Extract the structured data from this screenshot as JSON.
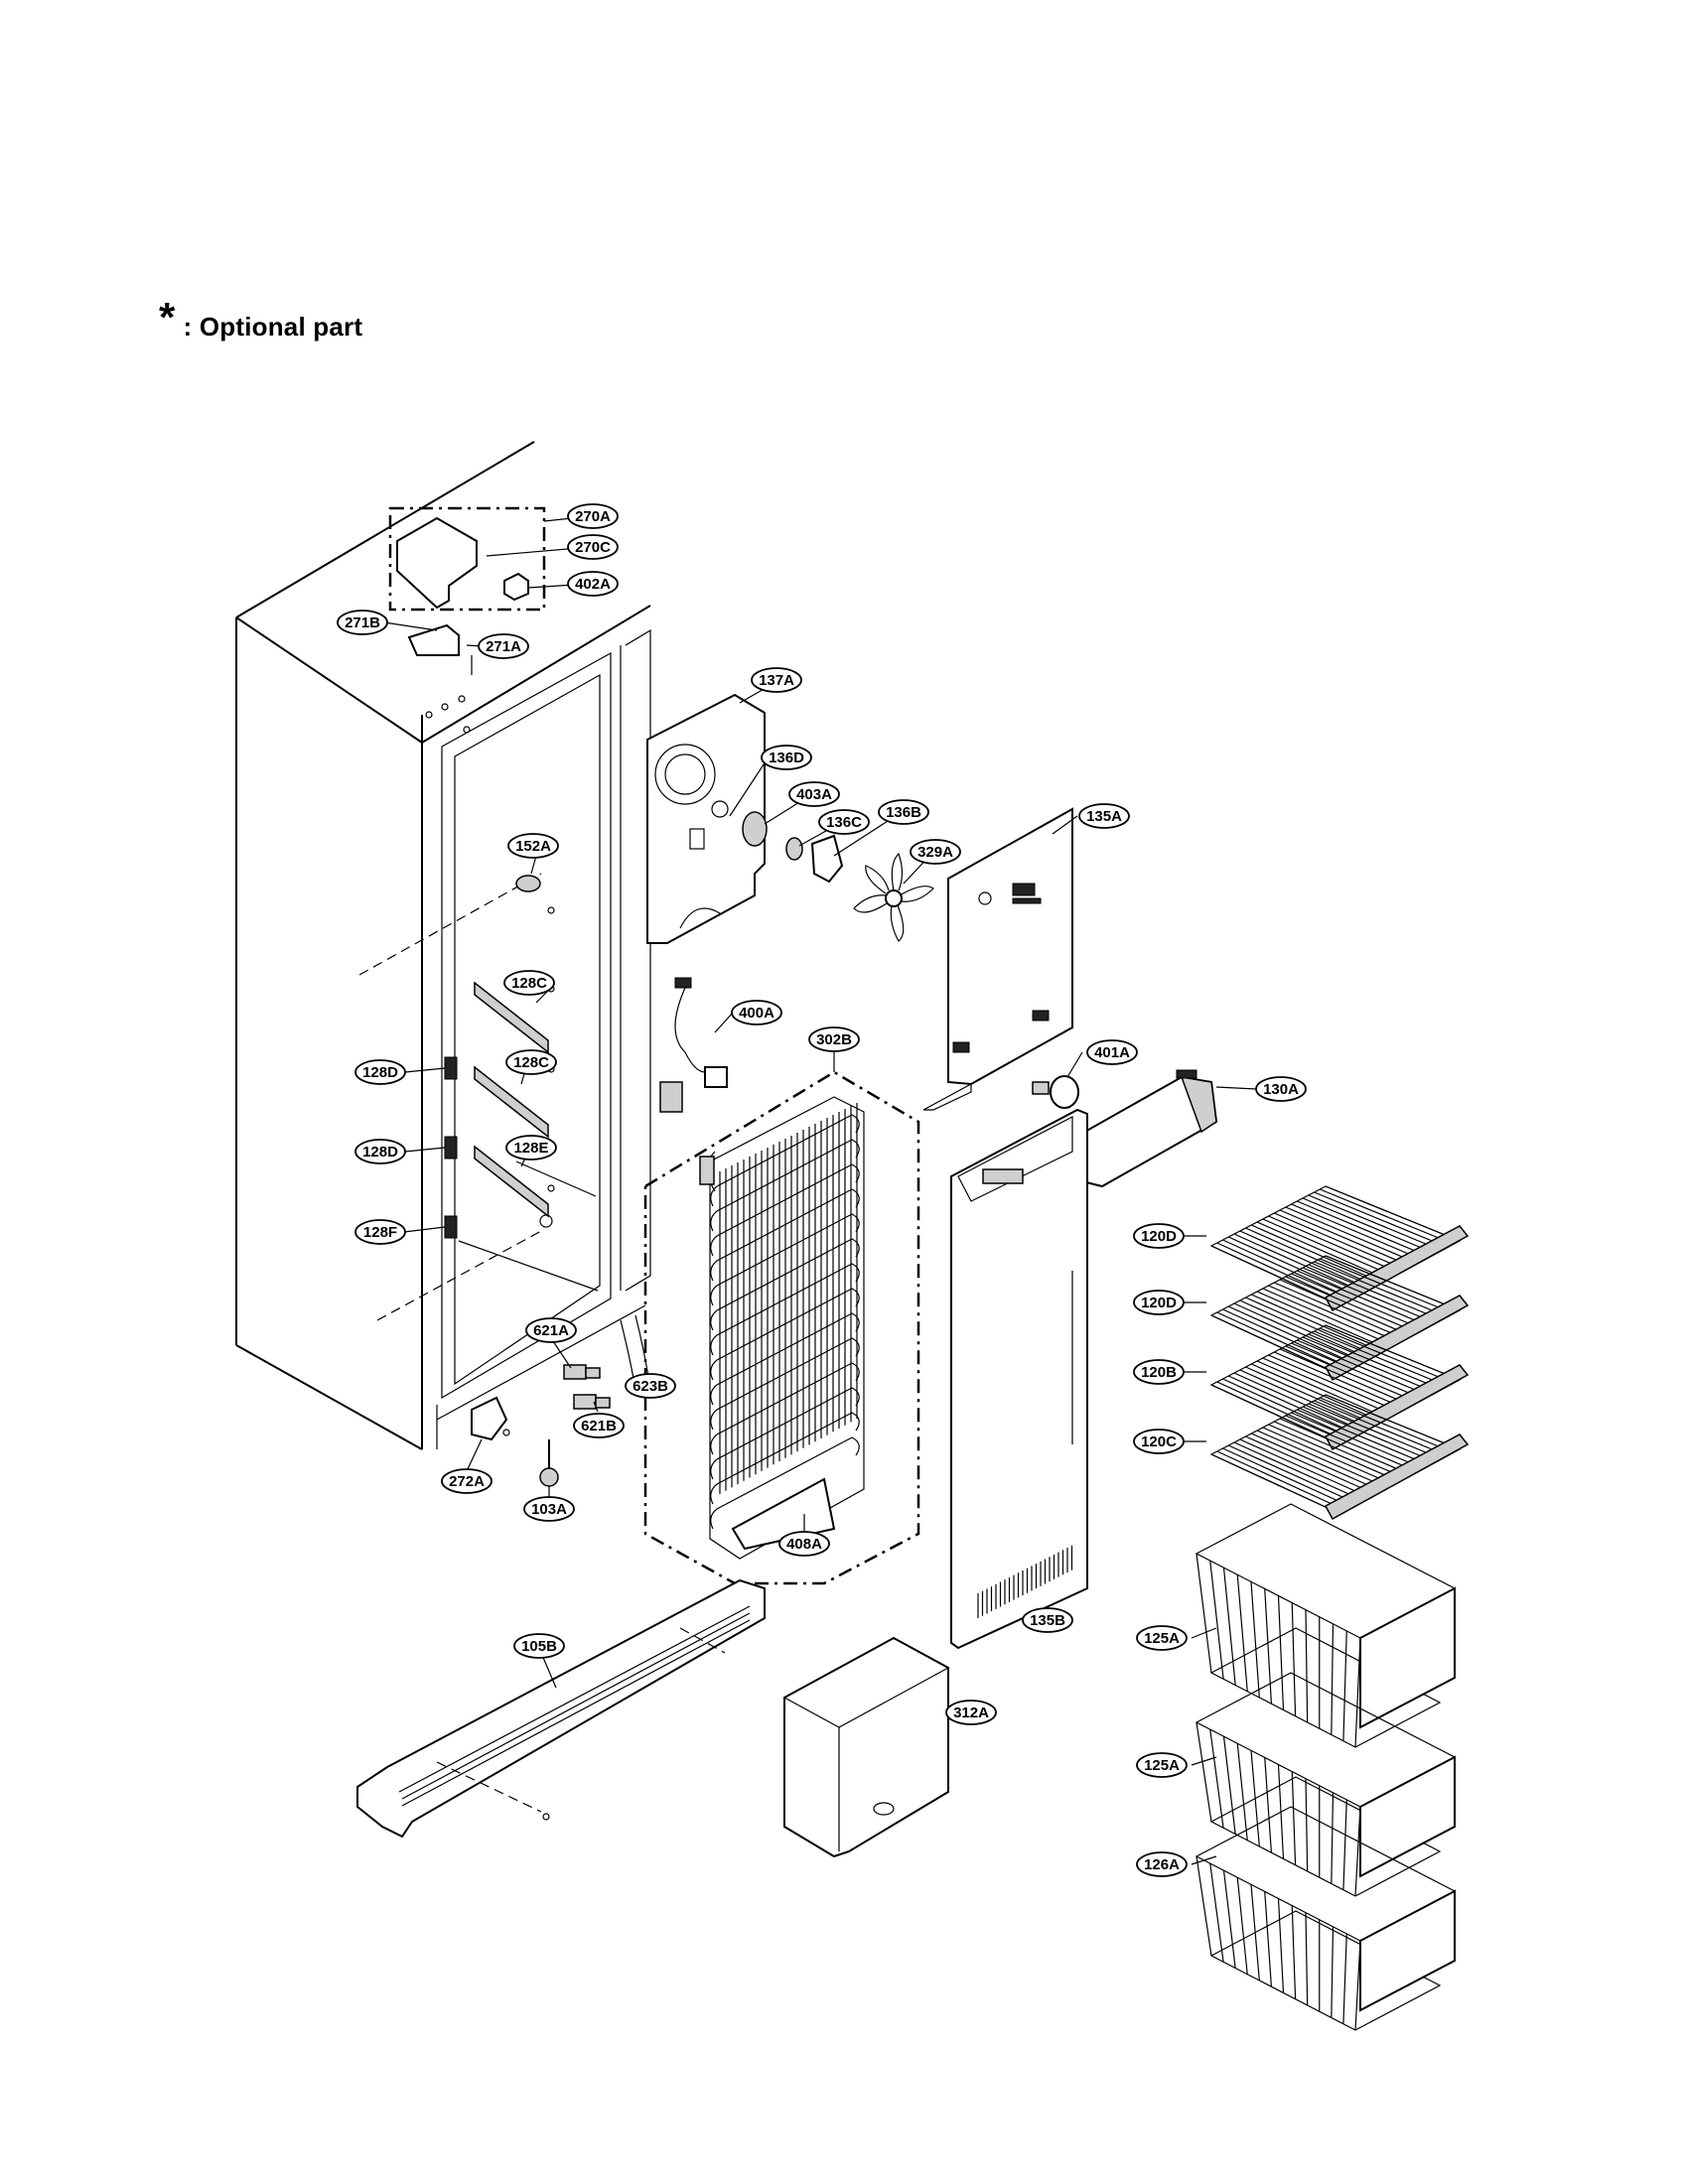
{
  "legend": {
    "symbol": "*",
    "text": ": Optional part"
  },
  "parts": [
    {
      "id": "p270A",
      "label": "270A"
    },
    {
      "id": "p270C",
      "label": "270C"
    },
    {
      "id": "p402A",
      "label": "402A"
    },
    {
      "id": "p271B",
      "label": "271B"
    },
    {
      "id": "p271A",
      "label": "271A"
    },
    {
      "id": "p137A",
      "label": "137A"
    },
    {
      "id": "p136D",
      "label": "136D"
    },
    {
      "id": "p403A",
      "label": "403A"
    },
    {
      "id": "p136C",
      "label": "136C"
    },
    {
      "id": "p136B",
      "label": "136B"
    },
    {
      "id": "p329A",
      "label": "329A"
    },
    {
      "id": "p135A",
      "label": "135A"
    },
    {
      "id": "p152A",
      "label": "152A"
    },
    {
      "id": "p128C1",
      "label": "128C"
    },
    {
      "id": "p400A",
      "label": "400A"
    },
    {
      "id": "p302B",
      "label": "302B"
    },
    {
      "id": "p401A",
      "label": "401A"
    },
    {
      "id": "p130A",
      "label": "130A"
    },
    {
      "id": "p128D1",
      "label": "128D"
    },
    {
      "id": "p128C2",
      "label": "128C"
    },
    {
      "id": "p128D2",
      "label": "128D"
    },
    {
      "id": "p128E",
      "label": "128E"
    },
    {
      "id": "p128F",
      "label": "128F"
    },
    {
      "id": "p120D1",
      "label": "120D"
    },
    {
      "id": "p120D2",
      "label": "120D"
    },
    {
      "id": "p120B",
      "label": "120B"
    },
    {
      "id": "p120C",
      "label": "120C"
    },
    {
      "id": "p621A",
      "label": "621A"
    },
    {
      "id": "p623B",
      "label": "623B"
    },
    {
      "id": "p621B",
      "label": "621B"
    },
    {
      "id": "p272A",
      "label": "272A"
    },
    {
      "id": "p103A",
      "label": "103A"
    },
    {
      "id": "p408A",
      "label": "408A"
    },
    {
      "id": "p135B",
      "label": "135B"
    },
    {
      "id": "p105B",
      "label": "105B"
    },
    {
      "id": "p125A1",
      "label": "125A"
    },
    {
      "id": "p312A",
      "label": "312A"
    },
    {
      "id": "p125A2",
      "label": "125A"
    },
    {
      "id": "p126A",
      "label": "126A"
    }
  ]
}
